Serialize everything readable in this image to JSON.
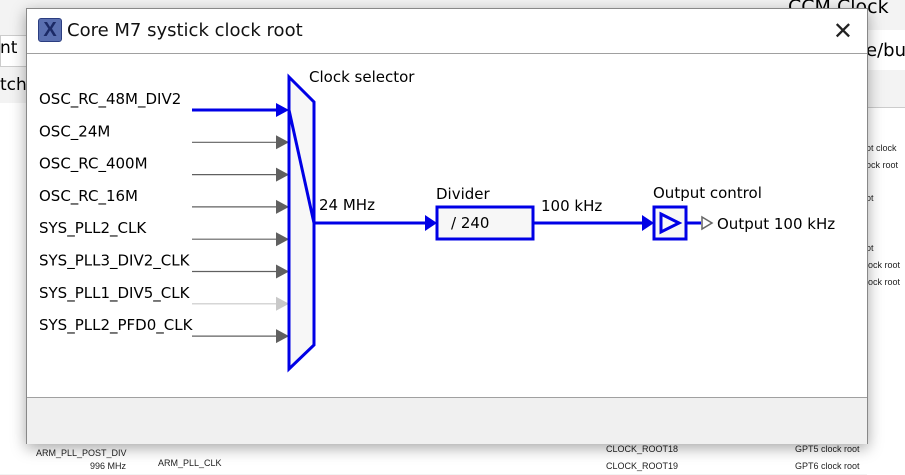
{
  "background": {
    "left_texts": [
      "nt",
      "tch"
    ],
    "right_header": "CCM Clock Slic",
    "right_path": "e/bus",
    "right_list": [
      "ot clock",
      "ock root",
      "ot",
      "ot",
      "lock root",
      "lock root"
    ],
    "bottom": {
      "arm_pll_post_div": "ARM_PLL_POST_DIV",
      "freq": "996 MHz",
      "arm_pll_clk": "ARM_PLL_CLK",
      "clock_root18": "CLOCK_ROOT18",
      "clock_root19": "CLOCK_ROOT19",
      "gpt5": "GPT5 clock root",
      "gpt6": "GPT6 clock root"
    }
  },
  "dialog": {
    "title": "Core M7 systick clock root",
    "icon": "app-x-icon",
    "close_icon": "close-icon"
  },
  "diagram": {
    "selector_label": "Clock selector",
    "inputs": [
      {
        "label": "OSC_RC_48M_DIV2",
        "state": "selected"
      },
      {
        "label": "OSC_24M",
        "state": "available"
      },
      {
        "label": "OSC_RC_400M",
        "state": "available"
      },
      {
        "label": "OSC_RC_16M",
        "state": "available"
      },
      {
        "label": "SYS_PLL2_CLK",
        "state": "available"
      },
      {
        "label": "SYS_PLL3_DIV2_CLK",
        "state": "available"
      },
      {
        "label": "SYS_PLL1_DIV5_CLK",
        "state": "disabled"
      },
      {
        "label": "SYS_PLL2_PFD0_CLK",
        "state": "available"
      }
    ],
    "mux_output_freq": "24 MHz",
    "divider_label": "Divider",
    "divider_value": "/ 240",
    "divider_output_freq": "100 kHz",
    "output_control_label": "Output control",
    "output_label": "Output 100 kHz",
    "colors": {
      "active": "#0000e6",
      "inactive": "#606060",
      "disabled": "#c8c8c8",
      "block_fill": "#f7f7f7"
    }
  }
}
